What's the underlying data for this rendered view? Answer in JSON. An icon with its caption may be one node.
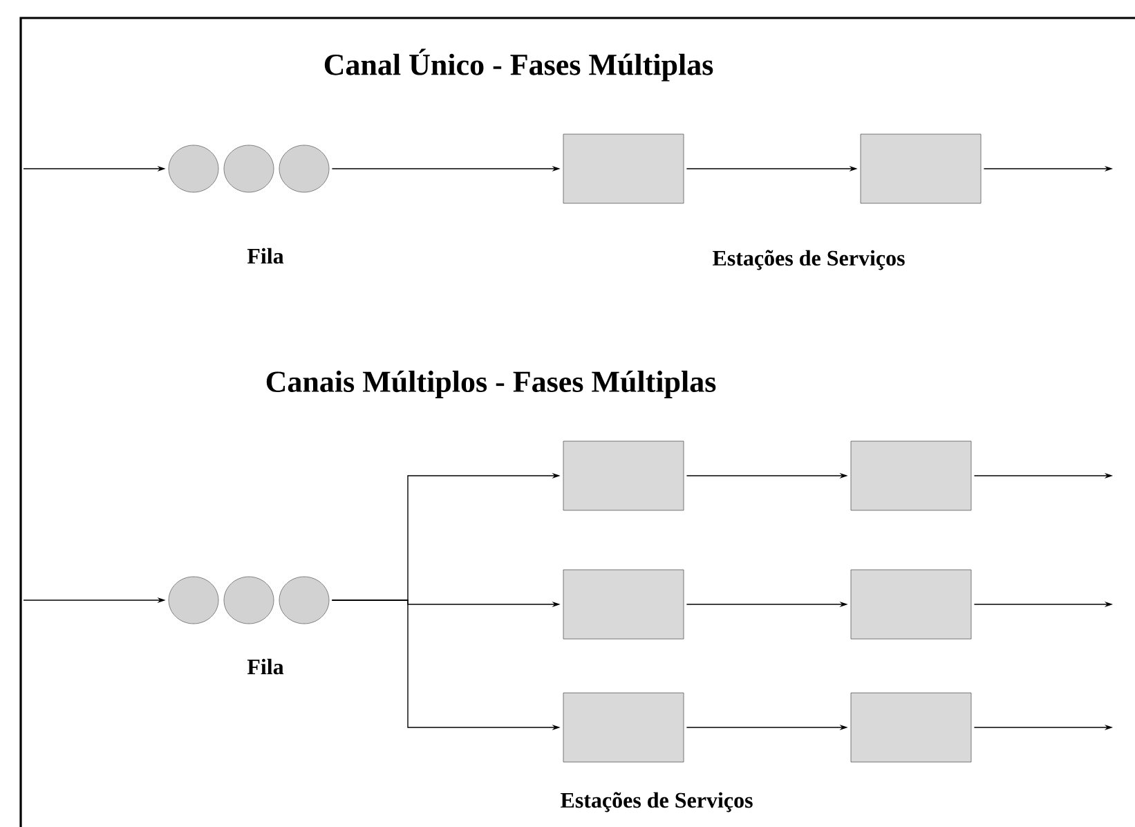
{
  "diagram": {
    "nodes": [
      {
        "text": [],
        "shape": "circle"
      },
      {
        "text": [],
        "shape": "circle"
      },
      {
        "text": [],
        "shape": "circle"
      },
      {
        "text": [],
        "shape": "box"
      },
      {
        "text": [],
        "shape": "box"
      },
      {
        "text": [],
        "shape": "circle"
      },
      {
        "text": [],
        "shape": "circle"
      },
      {
        "text": [],
        "shape": "circle"
      },
      {
        "text": [],
        "shape": "box"
      },
      {
        "text": [],
        "shape": "box"
      },
      {
        "text": [],
        "shape": "box"
      },
      {
        "text": [],
        "shape": "box"
      },
      {
        "text": [],
        "shape": "box"
      },
      {
        "text": [],
        "shape": "box"
      }
    ],
    "edges": [
      {
        "from": null,
        "to": 0,
        "arrow": "to"
      },
      {
        "from": 2,
        "to": 3,
        "arrow": "to"
      },
      {
        "from": 3,
        "to": 4,
        "arrow": "to"
      },
      {
        "from": 4,
        "to": null,
        "arrow": "to"
      },
      {
        "from": null,
        "to": 5,
        "arrow": "to"
      },
      {
        "from": 7,
        "to": 8,
        "arrow": "to"
      },
      {
        "from": 7,
        "to": 10,
        "arrow": "to"
      },
      {
        "from": 7,
        "to": 12,
        "arrow": "to"
      },
      {
        "from": 8,
        "to": 9,
        "arrow": "to"
      },
      {
        "from": 10,
        "to": 11,
        "arrow": "to"
      },
      {
        "from": 12,
        "to": 13,
        "arrow": "to"
      },
      {
        "from": 9,
        "to": null,
        "arrow": "to"
      },
      {
        "from": 11,
        "to": null,
        "arrow": "to"
      },
      {
        "from": 13,
        "to": null,
        "arrow": "to"
      }
    ],
    "labels": [
      "Canal Único - Fases Múltiplas",
      "Fila",
      "Estações de Serviços",
      "Canais Múltiplos - Fases Múltiplas",
      "Fila",
      "Estações de Serviços"
    ]
  }
}
